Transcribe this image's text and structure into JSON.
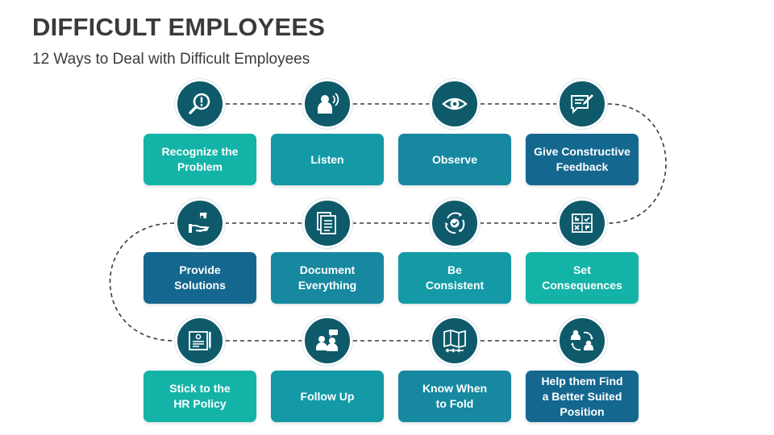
{
  "header": {
    "title": "DIFFICULT EMPLOYEES",
    "subtitle": "12 Ways to Deal with Difficult Employees"
  },
  "colors": {
    "circle": "#0e5a6b",
    "teal_light": "#14b3a8",
    "teal_mid": "#139aa6",
    "teal_blue": "#1688a0",
    "blue_dark": "#14688f",
    "connector": "#3a3a3a"
  },
  "steps": [
    {
      "label": "Recognize the\nProblem",
      "icon": "search-alert-icon",
      "color": "#14b3a8"
    },
    {
      "label": "Listen",
      "icon": "listening-person-icon",
      "color": "#139aa6"
    },
    {
      "label": "Observe",
      "icon": "eye-icon",
      "color": "#1688a0"
    },
    {
      "label": "Give Constructive\nFeedback",
      "icon": "feedback-pen-icon",
      "color": "#14688f"
    },
    {
      "label": "Provide\nSolutions",
      "icon": "hand-puzzle-icon",
      "color": "#14688f"
    },
    {
      "label": "Document\nEverything",
      "icon": "documents-icon",
      "color": "#1688a0"
    },
    {
      "label": "Be\nConsistent",
      "icon": "cycle-check-icon",
      "color": "#139aa6"
    },
    {
      "label": "Set\nConsequences",
      "icon": "checklist-thumbs-icon",
      "color": "#14b3a8"
    },
    {
      "label": "Stick to the\nHR Policy",
      "icon": "policy-certificate-icon",
      "color": "#14b3a8"
    },
    {
      "label": "Follow Up",
      "icon": "meeting-people-icon",
      "color": "#139aa6"
    },
    {
      "label": "Know When\nto Fold",
      "icon": "folded-map-icon",
      "color": "#1688a0"
    },
    {
      "label": "Help them Find\na Better Suited\nPosition",
      "icon": "people-exchange-icon",
      "color": "#14688f"
    }
  ]
}
